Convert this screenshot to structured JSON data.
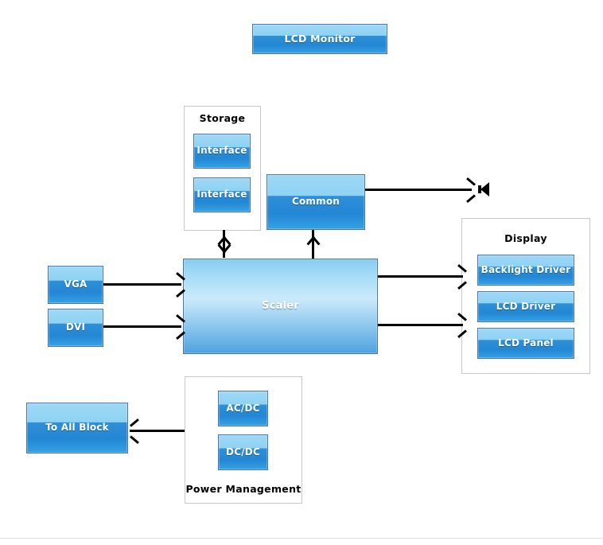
{
  "diagram": {
    "title_block": {
      "label": "LCD Monitor"
    },
    "groups": [
      {
        "name": "storage",
        "title": "Storage"
      },
      {
        "name": "display",
        "title": "Display"
      },
      {
        "name": "power-management",
        "title": "Power Management"
      }
    ],
    "blocks": [
      {
        "name": "lcd-monitor",
        "label": "LCD Monitor"
      },
      {
        "name": "interface-1",
        "label": "Interface"
      },
      {
        "name": "interface-2",
        "label": "Interface"
      },
      {
        "name": "common",
        "label": "Common"
      },
      {
        "name": "scaler",
        "label": "Scaler"
      },
      {
        "name": "vga",
        "label": "VGA"
      },
      {
        "name": "dvi",
        "label": "DVI"
      },
      {
        "name": "backlight-driver",
        "label": "Backlight Driver"
      },
      {
        "name": "lcd-driver",
        "label": "LCD Driver"
      },
      {
        "name": "lcd-panel",
        "label": "LCD Panel"
      },
      {
        "name": "ac-dc",
        "label": "AC/DC"
      },
      {
        "name": "dc-dc",
        "label": "DC/DC"
      },
      {
        "name": "to-all-block",
        "label": "To All Block"
      }
    ],
    "icons": [
      {
        "name": "speaker-icon",
        "glyph": "speaker"
      }
    ],
    "colors": {
      "block_light": "#9fd8f5",
      "block_dark": "#2487d4",
      "block_border": "#4a77a8",
      "group_border": "#c9c9c9",
      "connector": "#000000",
      "background": "#ffffff",
      "text_on_block": "#ffffff",
      "text_label": "#000000"
    }
  }
}
